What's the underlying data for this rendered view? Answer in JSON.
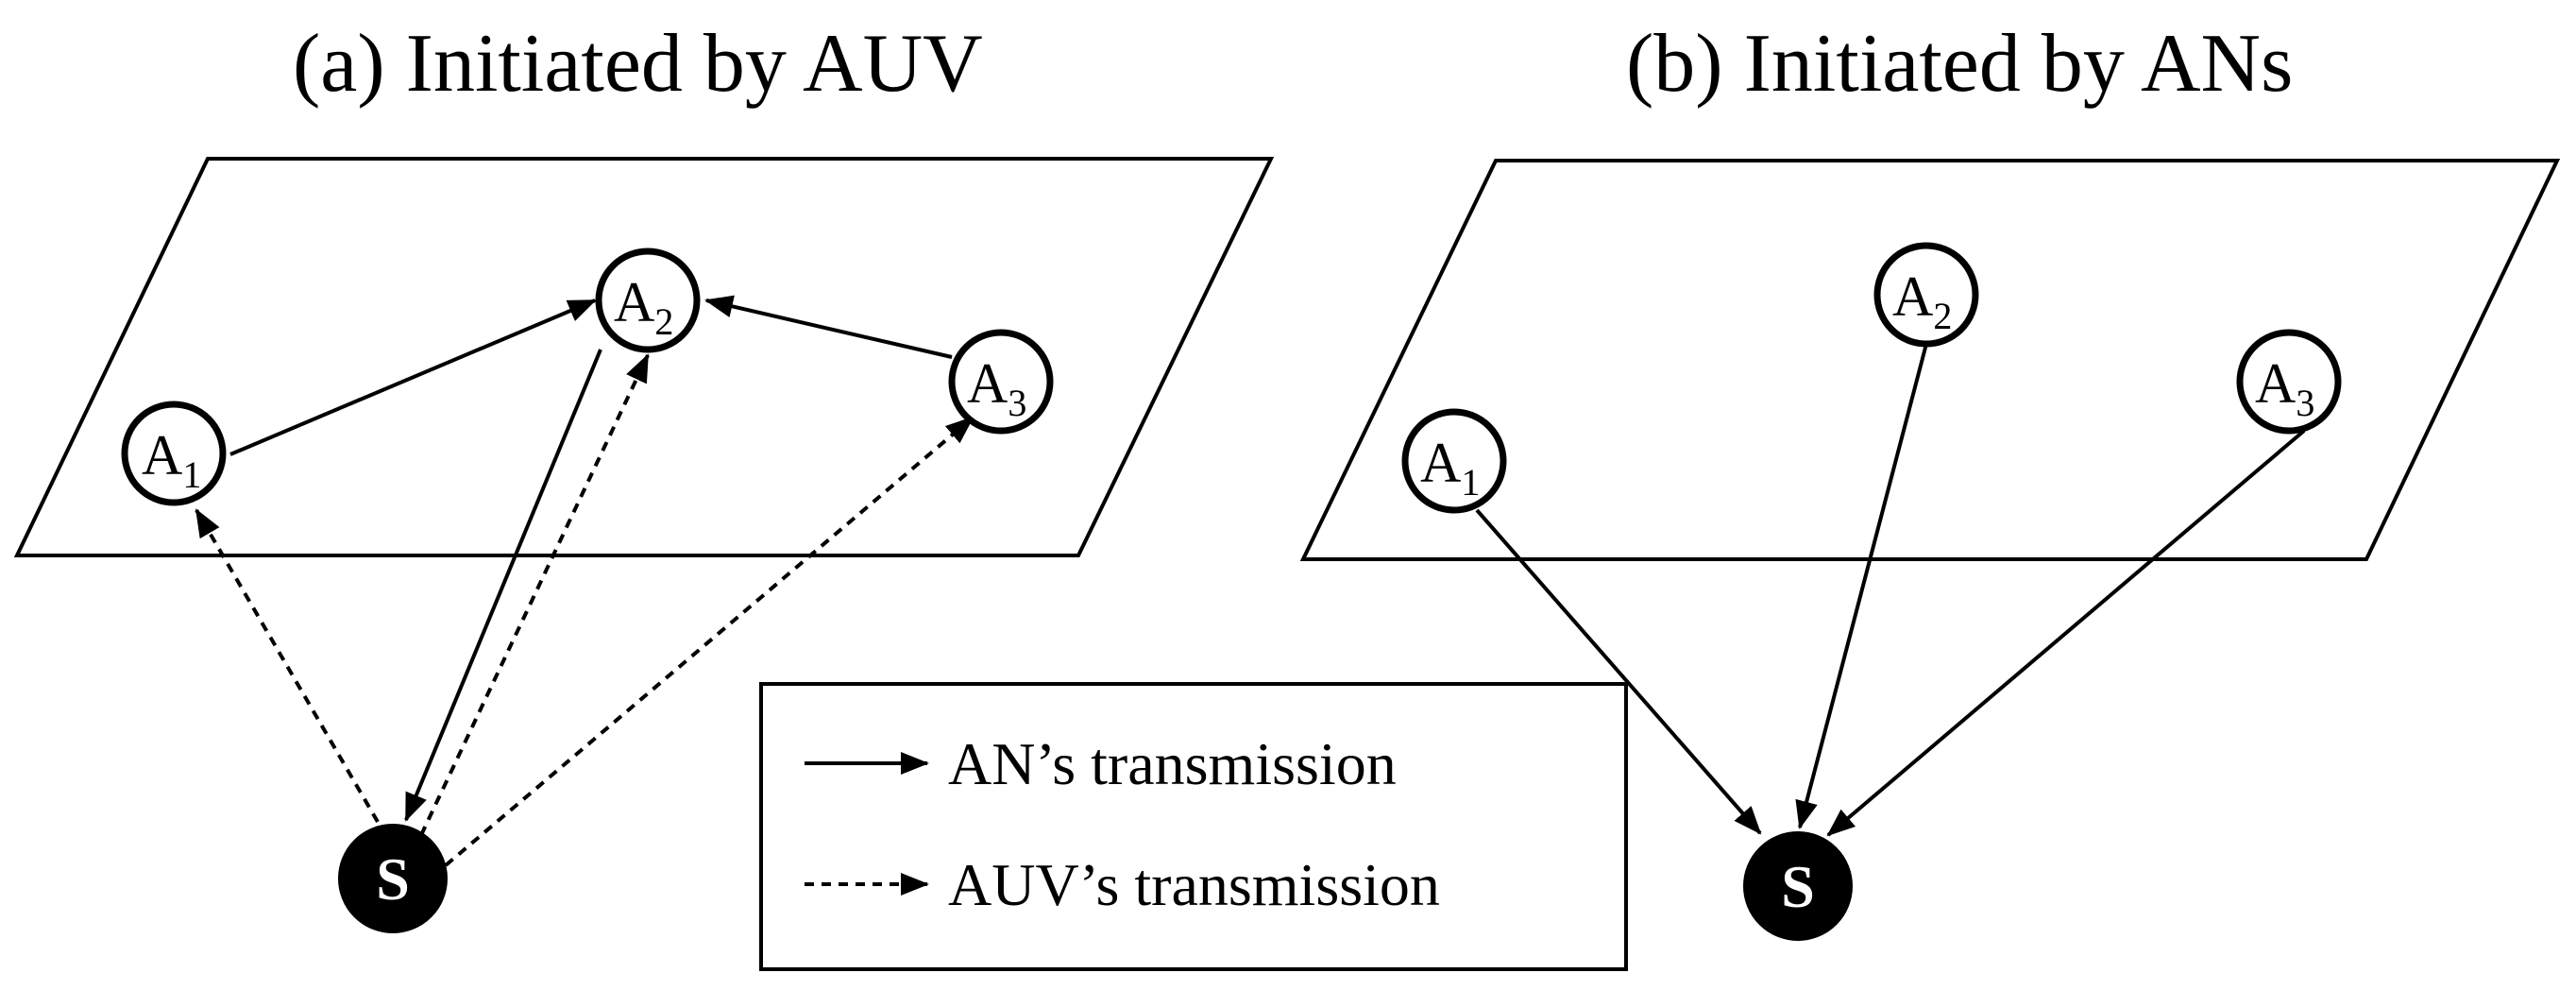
{
  "panels": [
    {
      "title": "(a) Initiated by AUV",
      "nodes": [
        {
          "id": "A1",
          "letter": "A",
          "sub": "1"
        },
        {
          "id": "A2",
          "letter": "A",
          "sub": "2"
        },
        {
          "id": "A3",
          "letter": "A",
          "sub": "3"
        }
      ],
      "sink": {
        "id": "S",
        "label": "S"
      },
      "edges": [
        {
          "from": "A1",
          "to": "A2",
          "style": "solid"
        },
        {
          "from": "A3",
          "to": "A2",
          "style": "solid"
        },
        {
          "from": "A2",
          "to": "S",
          "style": "solid"
        },
        {
          "from": "S",
          "to": "A1",
          "style": "dashed"
        },
        {
          "from": "S",
          "to": "A2",
          "style": "dashed"
        },
        {
          "from": "S",
          "to": "A3",
          "style": "dashed"
        }
      ]
    },
    {
      "title": "(b) Initiated by ANs",
      "nodes": [
        {
          "id": "A1",
          "letter": "A",
          "sub": "1"
        },
        {
          "id": "A2",
          "letter": "A",
          "sub": "2"
        },
        {
          "id": "A3",
          "letter": "A",
          "sub": "3"
        }
      ],
      "sink": {
        "id": "S",
        "label": "S"
      },
      "edges": [
        {
          "from": "A1",
          "to": "S",
          "style": "solid"
        },
        {
          "from": "A2",
          "to": "S",
          "style": "solid"
        },
        {
          "from": "A3",
          "to": "S",
          "style": "solid"
        }
      ]
    }
  ],
  "legend": {
    "items": [
      {
        "label": "AN’s transmission",
        "style": "solid"
      },
      {
        "label": "AUV’s transmission",
        "style": "dashed"
      }
    ]
  }
}
